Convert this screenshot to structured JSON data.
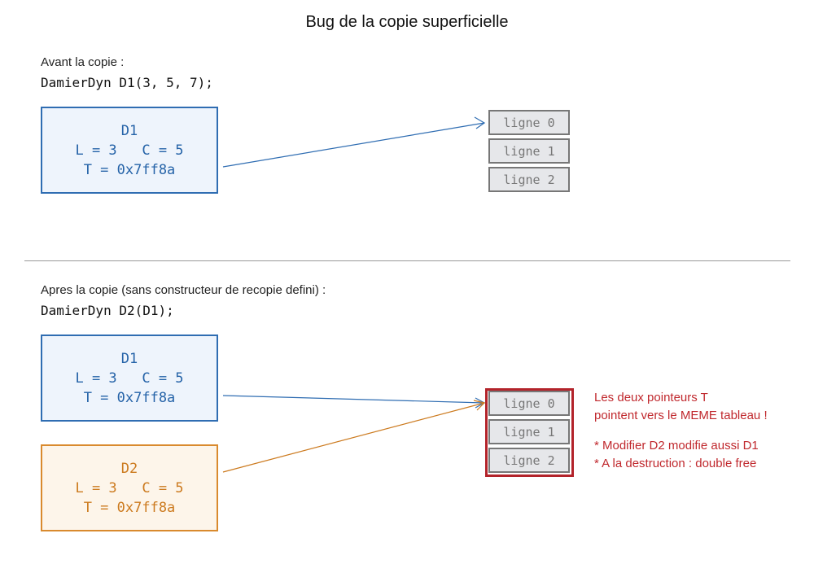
{
  "title": "Bug de la copie superficielle",
  "before": {
    "caption": "Avant la copie :",
    "code": "DamierDyn D1(3, 5, 7);",
    "d1": {
      "name": "D1",
      "dims": "L = 3   C = 5",
      "ptr": "T = 0x7ff8a"
    },
    "rows": [
      "ligne 0",
      "ligne 1",
      "ligne 2"
    ]
  },
  "after": {
    "caption": "Apres la copie (sans constructeur de recopie defini) :",
    "code": "DamierDyn D2(D1);",
    "d1": {
      "name": "D1",
      "dims": "L = 3   C = 5",
      "ptr": "T = 0x7ff8a"
    },
    "d2": {
      "name": "D2",
      "dims": "L = 3   C = 5",
      "ptr": "T = 0x7ff8a"
    },
    "rows": [
      "ligne 0",
      "ligne 1",
      "ligne 2"
    ],
    "note1": "Les deux pointeurs T",
    "note2": "pointent vers le MEME tableau !",
    "warn1": "* Modifier D2 modifie aussi D1",
    "warn2": "* A la destruction : double free"
  },
  "colors": {
    "blue": "#2f6db2",
    "orange": "#d98a2e",
    "red": "#b3232a",
    "cell_gray": "#e6e7ea"
  }
}
